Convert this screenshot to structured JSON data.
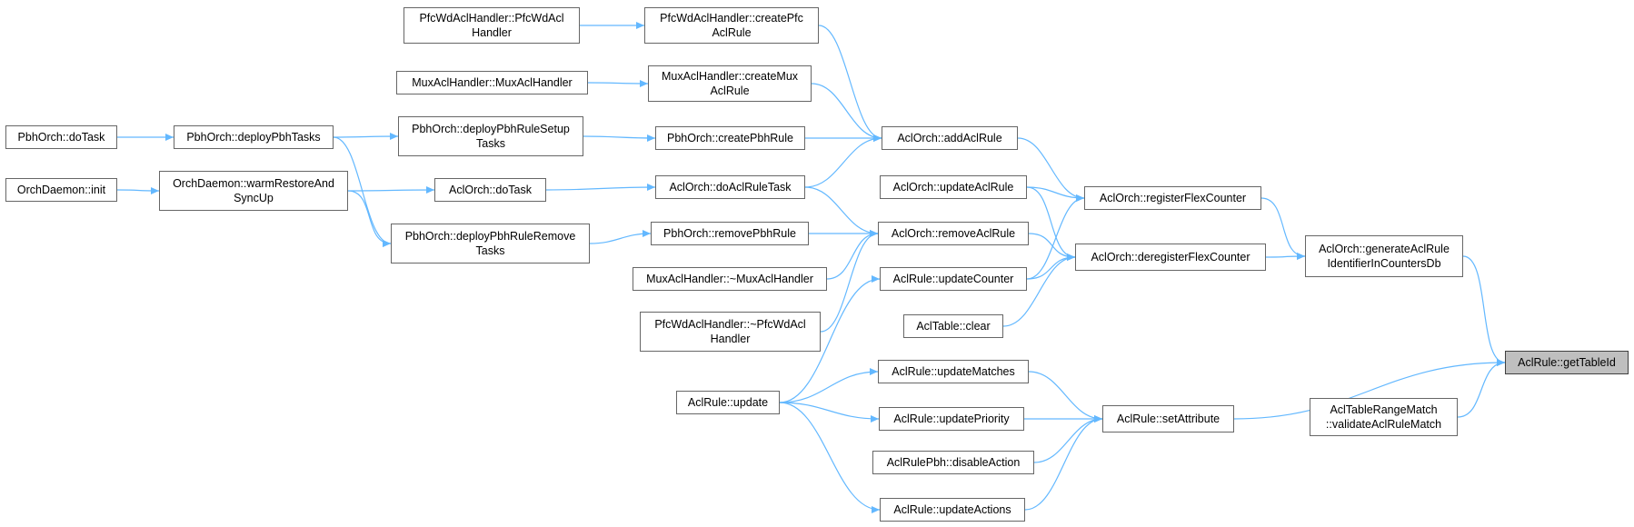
{
  "diagram": {
    "kind": "caller-graph",
    "edge_color": "#63b8ff",
    "node_border_color": "#666666",
    "focus_node_fill": "#bfbfbf",
    "nodes": {
      "n1": {
        "label": "PfcWdAclHandler::PfcWdAcl\nHandler"
      },
      "n2": {
        "label": "PfcWdAclHandler::createPfc\nAclRule"
      },
      "n3": {
        "label": "MuxAclHandler::MuxAclHandler"
      },
      "n4": {
        "label": "MuxAclHandler::createMux\nAclRule"
      },
      "n5": {
        "label": "PbhOrch::doTask"
      },
      "n6": {
        "label": "PbhOrch::deployPbhTasks"
      },
      "n7": {
        "label": "PbhOrch::deployPbhRuleSetup\nTasks"
      },
      "n8": {
        "label": "PbhOrch::createPbhRule"
      },
      "n9": {
        "label": "AclOrch::addAclRule"
      },
      "n10": {
        "label": "OrchDaemon::init"
      },
      "n11": {
        "label": "OrchDaemon::warmRestoreAnd\nSyncUp"
      },
      "n12": {
        "label": "AclOrch::doTask"
      },
      "n13": {
        "label": "AclOrch::doAclRuleTask"
      },
      "n14": {
        "label": "AclOrch::updateAclRule"
      },
      "n15": {
        "label": "AclOrch::registerFlexCounter"
      },
      "n16": {
        "label": "PbhOrch::deployPbhRuleRemove\nTasks"
      },
      "n17": {
        "label": "PbhOrch::removePbhRule"
      },
      "n18": {
        "label": "AclOrch::removeAclRule"
      },
      "n19": {
        "label": "AclOrch::deregisterFlexCounter"
      },
      "n20": {
        "label": "AclOrch::generateAclRule\nIdentifierInCountersDb"
      },
      "n21": {
        "label": "MuxAclHandler::~MuxAclHandler"
      },
      "n22": {
        "label": "AclRule::updateCounter"
      },
      "n23": {
        "label": "PfcWdAclHandler::~PfcWdAcl\nHandler"
      },
      "n24": {
        "label": "AclTable::clear"
      },
      "n25": {
        "label": "AclRule::getTableId"
      },
      "n26": {
        "label": "AclRule::updateMatches"
      },
      "n27": {
        "label": "AclRule::update"
      },
      "n28": {
        "label": "AclRule::updatePriority"
      },
      "n29": {
        "label": "AclRule::setAttribute"
      },
      "n30": {
        "label": "AclTableRangeMatch\n::validateAclRuleMatch"
      },
      "n31": {
        "label": "AclRulePbh::disableAction"
      },
      "n32": {
        "label": "AclRule::updateActions"
      }
    },
    "edges": [
      [
        "n1",
        "n2"
      ],
      [
        "n3",
        "n4"
      ],
      [
        "n5",
        "n6"
      ],
      [
        "n6",
        "n7"
      ],
      [
        "n6",
        "n16"
      ],
      [
        "n7",
        "n8"
      ],
      [
        "n10",
        "n11"
      ],
      [
        "n11",
        "n12"
      ],
      [
        "n11",
        "n16"
      ],
      [
        "n12",
        "n13"
      ],
      [
        "n16",
        "n17"
      ],
      [
        "n2",
        "n9"
      ],
      [
        "n4",
        "n9"
      ],
      [
        "n8",
        "n9"
      ],
      [
        "n13",
        "n9"
      ],
      [
        "n13",
        "n18"
      ],
      [
        "n17",
        "n18"
      ],
      [
        "n21",
        "n18"
      ],
      [
        "n23",
        "n18"
      ],
      [
        "n9",
        "n15"
      ],
      [
        "n14",
        "n15"
      ],
      [
        "n22",
        "n15"
      ],
      [
        "n14",
        "n19"
      ],
      [
        "n18",
        "n19"
      ],
      [
        "n22",
        "n19"
      ],
      [
        "n24",
        "n19"
      ],
      [
        "n15",
        "n20"
      ],
      [
        "n19",
        "n20"
      ],
      [
        "n20",
        "n25"
      ],
      [
        "n27",
        "n22"
      ],
      [
        "n27",
        "n26"
      ],
      [
        "n27",
        "n28"
      ],
      [
        "n27",
        "n32"
      ],
      [
        "n26",
        "n29"
      ],
      [
        "n28",
        "n29"
      ],
      [
        "n31",
        "n29"
      ],
      [
        "n32",
        "n29"
      ],
      [
        "n29",
        "n25"
      ],
      [
        "n30",
        "n25"
      ]
    ]
  }
}
